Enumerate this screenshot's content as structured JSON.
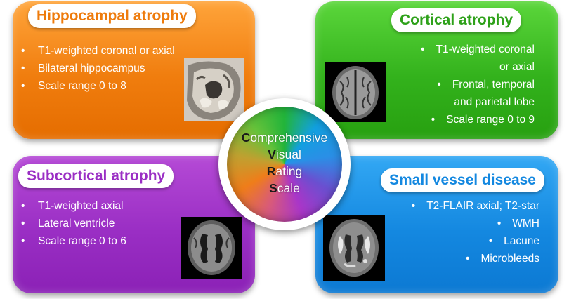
{
  "panels": {
    "hippocampal": {
      "title": "Hippocampal atrophy",
      "items": [
        "T1-weighted coronal or axial",
        "Bilateral hippocampus",
        "Scale range 0 to 8"
      ],
      "color": "#f07d0e"
    },
    "cortical": {
      "title": "Cortical atrophy",
      "items": [
        "T1-weighted coronal",
        "or axial",
        "Frontal, temporal",
        "and parietal lobe",
        "Scale range 0 to 9"
      ],
      "color": "#33b21c"
    },
    "subcortical": {
      "title": "Subcortical atrophy",
      "items": [
        "T1-weighted axial",
        "Lateral ventricle",
        "Scale range 0 to 6"
      ],
      "color": "#9a2ec4"
    },
    "small_vessel": {
      "title": "Small vessel disease",
      "items": [
        "T2-FLAIR axial; T2-star",
        "WMH",
        "Lacune",
        "Microbleeds"
      ],
      "color": "#1488e0"
    }
  },
  "center": {
    "line1_initial": "C",
    "line1_rest": "omprehensive",
    "line2_initial": "V",
    "line2_rest": "isual",
    "line3_initial": "R",
    "line3_rest": "ating",
    "line4_initial": "S",
    "line4_rest": "cale"
  },
  "icons": {
    "hippocampal_scan": "brain-coronal-mri-icon",
    "cortical_scan": "brain-axial-mri-icon",
    "subcortical_scan": "brain-axial-ventricle-mri-icon",
    "small_vessel_scan": "brain-flair-mri-icon"
  }
}
